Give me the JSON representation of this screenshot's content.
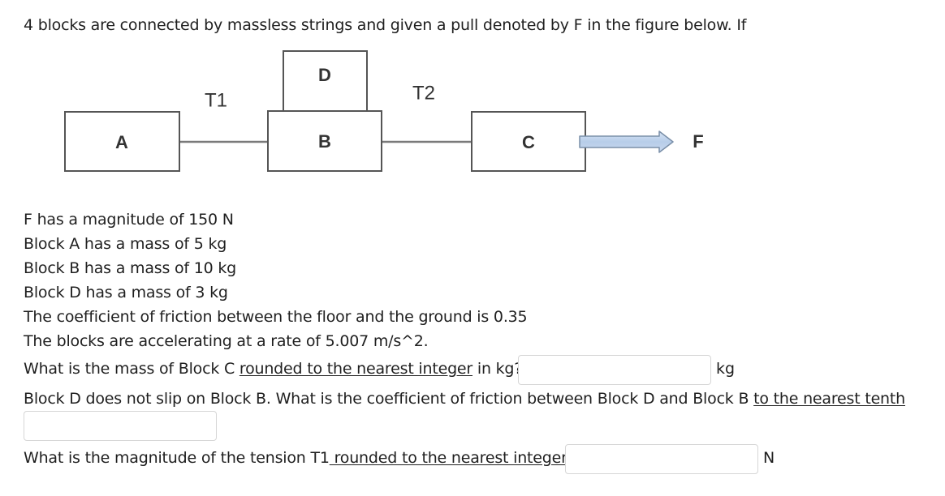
{
  "intro_text": "4 blocks are connected by massless strings and given a pull denoted by F in the figure below. If",
  "figure": {
    "blocks": [
      {
        "label": "A"
      },
      {
        "label": "B"
      },
      {
        "label": "D"
      },
      {
        "label": "C"
      }
    ],
    "tension_labels": [
      "T1",
      "T2"
    ],
    "force_label": "F"
  },
  "givens": [
    "F has a magnitude of 150 N",
    "Block A has a mass of 5 kg",
    "Block B has a mass of 10 kg",
    "Block D has a mass of 3 kg",
    "The coefficient of friction between the floor and the ground is 0.35",
    "The blocks are accelerating at a rate of 5.007 m/s^2."
  ],
  "questions": {
    "q1": {
      "prefix": "What is the mass of Block C ",
      "underlined": "rounded to the nearest integer",
      "suffix": " in kg?",
      "unit": "kg",
      "value": ""
    },
    "q2": {
      "prefix": "Block D does not slip on Block B.  What is the coefficient of friction between Block D and Block B ",
      "underlined": "to the nearest tenth",
      "value": ""
    },
    "q3": {
      "prefix": "What is the magnitude of the tension T1",
      "underlined": " rounded to the nearest integer",
      "suffix": "?",
      "unit": "N",
      "value": ""
    }
  }
}
